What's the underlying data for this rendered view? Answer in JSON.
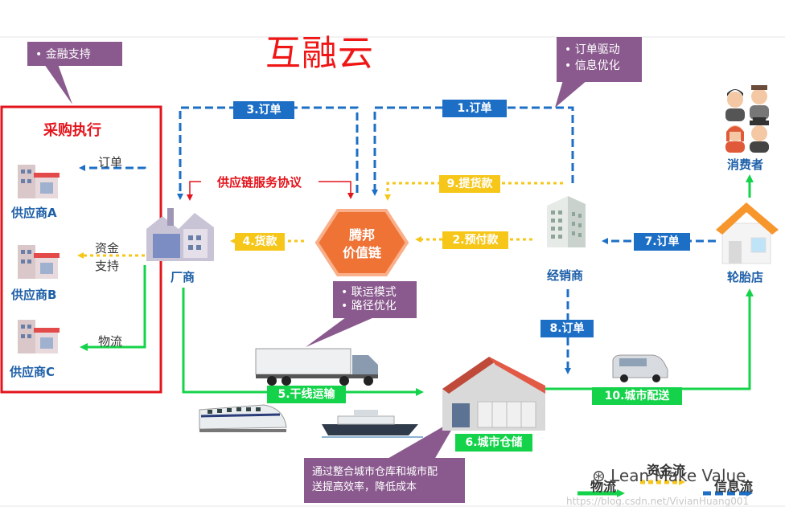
{
  "title": "互融云",
  "callouts": {
    "finance": [
      "金融支持"
    ],
    "order_drive": [
      "订单驱动",
      "信息优化"
    ],
    "transport": [
      "联运模式",
      "路径优化"
    ],
    "city_note": [
      "通过整合城市仓库和城市配",
      "送提高效率，降低成本"
    ]
  },
  "purchase": {
    "title": "采购执行",
    "suppliers": [
      "供应商A",
      "供应商B",
      "供应商C"
    ],
    "arrows": {
      "order": "订单",
      "fund": "资金\n支持",
      "logistics": "物流"
    }
  },
  "nodes": {
    "manufacturer": "厂商",
    "platform": "腾邦\n价值链",
    "distributor": "经销商",
    "tire_shop": "轮胎店",
    "consumer": "消费者"
  },
  "service_agreement": "供应链服务协议",
  "flows": {
    "f1": "1.订单",
    "f2": "2.预付款",
    "f3": "3.订单",
    "f4": "4.货款",
    "f5": "5.干线运输",
    "f6": "6.城市仓储",
    "f7": "7.订单",
    "f8": "8.订单",
    "f9": "9.提货款",
    "f10": "10.城市配送"
  },
  "legend": {
    "logistics": "物流",
    "capital": "资金流",
    "info": "信息流",
    "wechat": "Lean Make Value"
  },
  "watermark": "https://blog.csdn.net/VivianHuang001",
  "colors": {
    "info": "#1d6fc6",
    "capital": "#f6c619",
    "logistics": "#14d34a",
    "frame": "#e3141c",
    "callout": "#8a5a8e"
  }
}
